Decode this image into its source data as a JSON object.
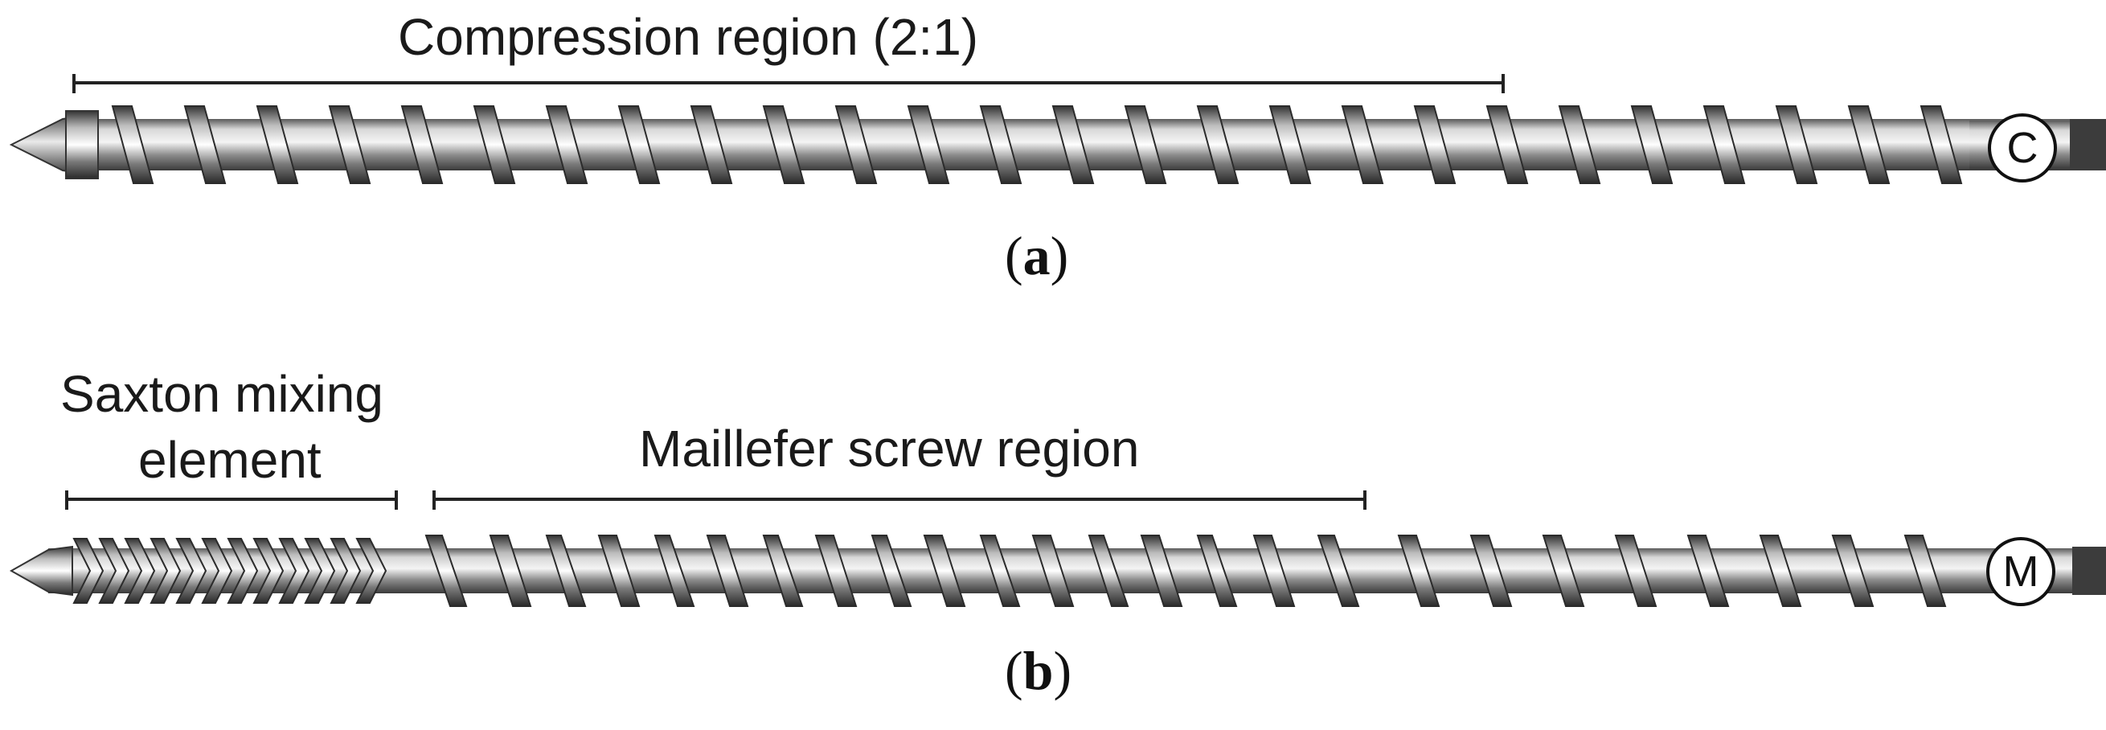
{
  "figure": {
    "panel_a": {
      "label": "a",
      "region_label": "Compression region (2:1)",
      "screw_type_badge": "C"
    },
    "panel_b": {
      "label": "b",
      "mixing_label_line1": "Saxton mixing",
      "mixing_label_line2": "element",
      "maillefer_label": "Maillefer screw region",
      "screw_type_badge": "M"
    }
  }
}
